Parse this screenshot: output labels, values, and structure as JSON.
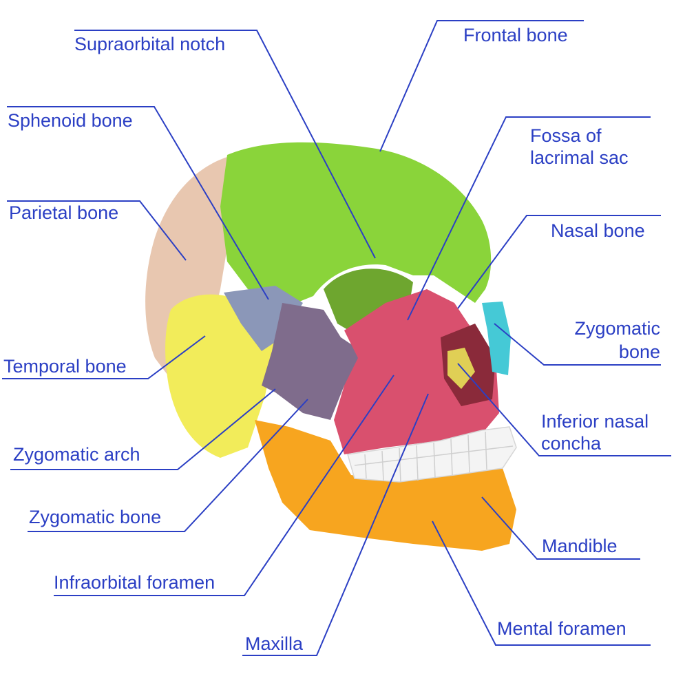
{
  "labels": {
    "supraorbital_notch": "Supraorbital notch",
    "frontal_bone": "Frontal bone",
    "sphenoid_bone": "Sphenoid bone",
    "fossa_line1": "Fossa of",
    "fossa_line2": "lacrimal sac",
    "parietal_bone": "Parietal bone",
    "nasal_bone": "Nasal bone",
    "zygomatic_bone_right_line1": "Zygomatic",
    "zygomatic_bone_right_line2": "bone",
    "temporal_bone": "Temporal bone",
    "inferior_nasal_line1": "Inferior nasal",
    "inferior_nasal_line2": "concha",
    "zygomatic_arch": "Zygomatic arch",
    "zygomatic_bone_left": "Zygomatic bone",
    "mandible": "Mandible",
    "infraorbital_foramen": "Infraorbital foramen",
    "mental_foramen": "Mental foramen",
    "maxilla": "Maxilla"
  },
  "colors": {
    "label_text": "#2b3fc4",
    "leader_line": "#2b3fc4",
    "frontal": "#8ad43a",
    "parietal": "#e8c7b0",
    "temporal": "#f2ec5a",
    "sphenoid": "#8b97b8",
    "zygomatic": "#7f6c8c",
    "maxilla": "#d9506e",
    "mandible": "#f7a51f",
    "nasal": "#45c9d6",
    "teeth": "#f4f4f4"
  }
}
